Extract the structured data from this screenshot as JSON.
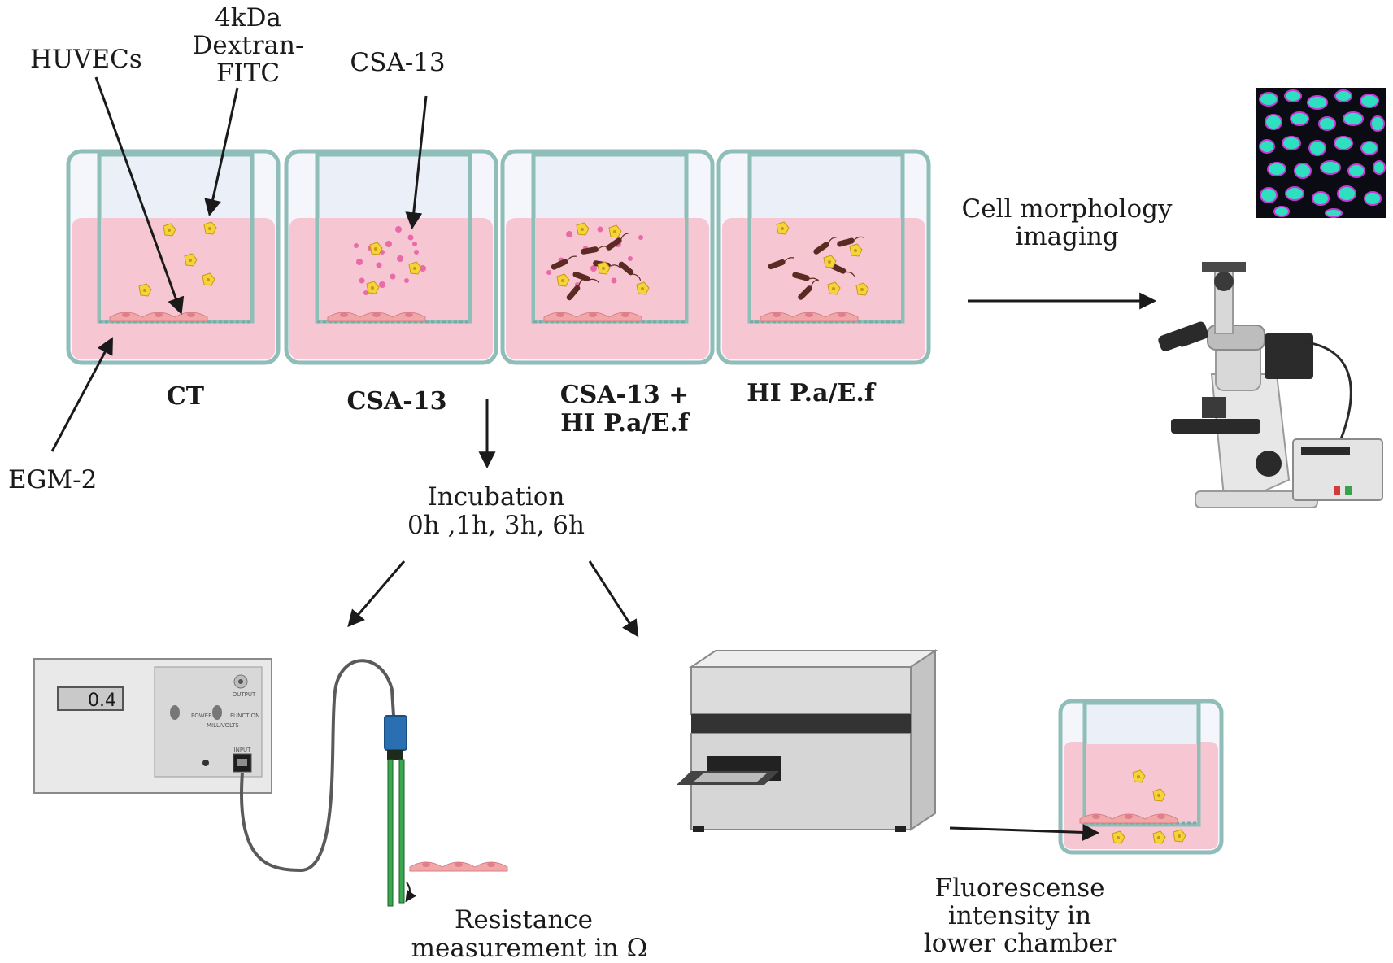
{
  "labels": {
    "huvecs": "HUVECs",
    "dextran_line1": "4kDa",
    "dextran_line2": "Dextran-",
    "dextran_line3": "FITC",
    "csa13_top": "CSA-13",
    "egm2": "EGM-2",
    "cell_morphology_line1": "Cell morphology",
    "cell_morphology_line2": "imaging",
    "incubation_line1": "Incubation",
    "incubation_line2": "0h ,1h, 3h, 6h",
    "resistance_line1": "Resistance",
    "resistance_line2": "measurement in Ω",
    "fluorescence_line1": "Fluorescense",
    "fluorescence_line2": "intensity in",
    "fluorescence_line3": "lower chamber"
  },
  "conditions": [
    {
      "line1": "CT",
      "line2": ""
    },
    {
      "line1": "CSA-13",
      "line2": ""
    },
    {
      "line1": "CSA-13 +",
      "line2": "HI P.a/E.f"
    },
    {
      "line1": "HI P.a/E.f",
      "line2": ""
    }
  ],
  "meter": {
    "display_value": "0.4",
    "power_label": "POWER",
    "function_label": "FUNCTION",
    "millivolts_label": "MILLIVOLTS",
    "output_label": "OUTPUT",
    "input_label": "INPUT"
  },
  "colors": {
    "medium_pink": "#f7c6d3",
    "well_frame": "#cfe7e4",
    "well_stroke": "#8fbdb8",
    "cell_pink": "#f1a7a7",
    "dextran_yellow": "#f5d33a",
    "csa_dot": "#e86aa8",
    "bacteria": "#5b2a22",
    "nuclei": "#2fe0c0",
    "membrane": "#c33bd2"
  },
  "icons": [
    "microscope-icon",
    "voltohmmeter-icon",
    "electrode-icon",
    "plate-reader-icon",
    "transwell-icon"
  ]
}
